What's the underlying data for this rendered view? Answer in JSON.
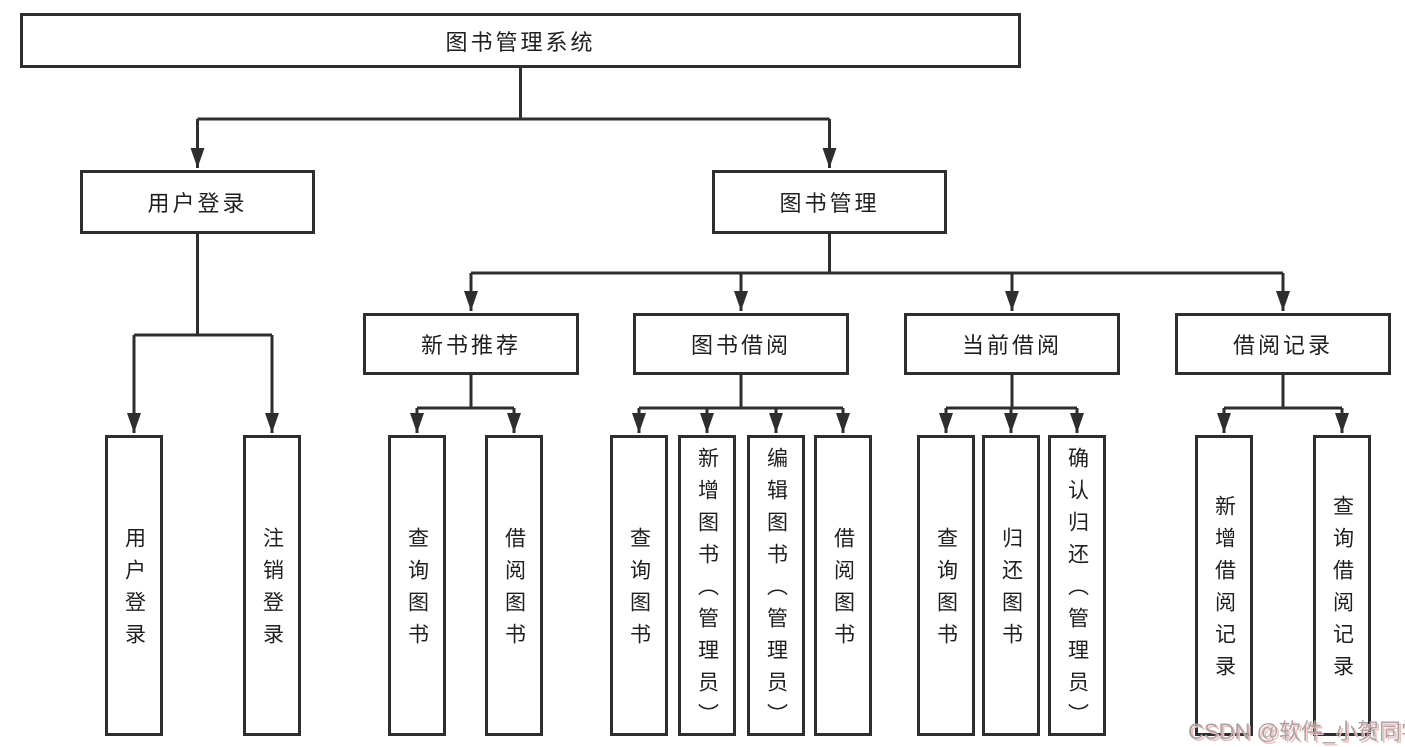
{
  "colors": {
    "line": "#2e2e2e",
    "text": "#1f1f1f",
    "box_background": "#ffffff",
    "watermark_text": "#a6a6a6",
    "watermark_shadow": "#f5bcbc"
  },
  "tree": {
    "root": {
      "label": "图书管理系统"
    },
    "level2": [
      {
        "label": "用户登录",
        "children": [
          {
            "label": "用户登录"
          },
          {
            "label": "注销登录"
          }
        ]
      },
      {
        "label": "图书管理"
      }
    ],
    "level3": [
      {
        "label": "新书推荐",
        "children": [
          {
            "label": "查询图书"
          },
          {
            "label": "借阅图书"
          }
        ]
      },
      {
        "label": "图书借阅",
        "children": [
          {
            "label": "查询图书"
          },
          {
            "label": "新增图书（管理员）"
          },
          {
            "label": "编辑图书（管理员）"
          },
          {
            "label": "借阅图书"
          }
        ]
      },
      {
        "label": "当前借阅",
        "children": [
          {
            "label": "查询图书"
          },
          {
            "label": "归还图书"
          },
          {
            "label": "确认归还（管理员）"
          }
        ]
      },
      {
        "label": "借阅记录",
        "children": [
          {
            "label": "新增借阅记录"
          },
          {
            "label": "查询借阅记录"
          }
        ]
      }
    ]
  },
  "watermark": {
    "text": "CSDN @软件_小贺同学"
  }
}
